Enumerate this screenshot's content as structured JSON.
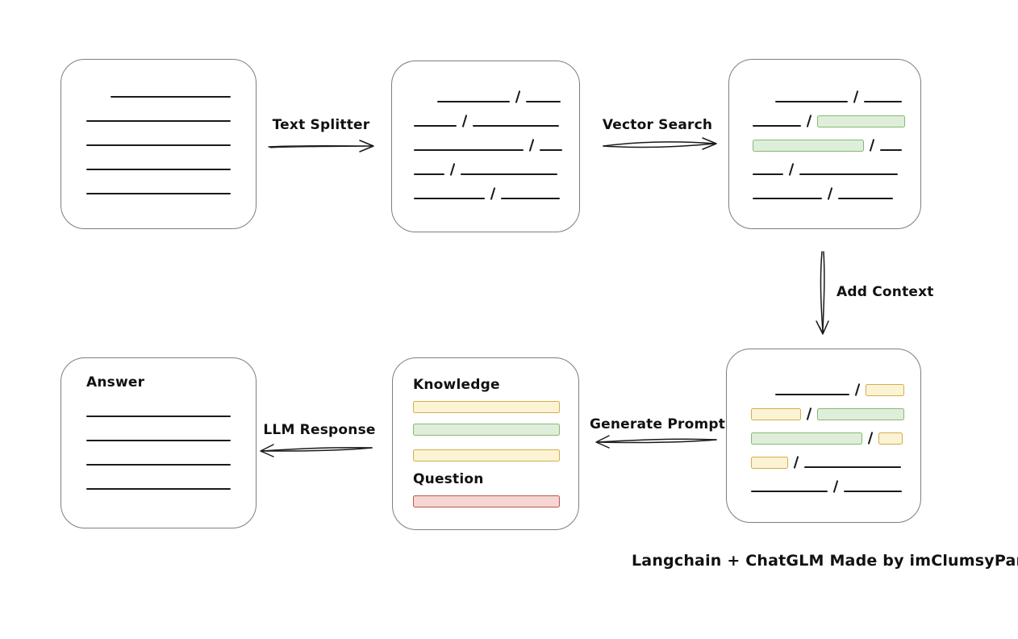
{
  "caption": "Langchain + ChatGLM Made by imClumsyPanda",
  "colors": {
    "line": "#1a1a1a",
    "box_border": "#7e7e7e",
    "green_fill": "#dfeeda",
    "green_border": "#87ba70",
    "yellow_fill": "#fcf3d5",
    "yellow_border": "#d4ae4c",
    "red_fill": "#f5d6d2",
    "red_border": "#ba584f"
  },
  "arrows": [
    {
      "id": "text-splitter",
      "label": "Text Splitter",
      "direction": "right"
    },
    {
      "id": "vector-search",
      "label": "Vector Search",
      "direction": "right"
    },
    {
      "id": "add-context",
      "label": "Add Context",
      "direction": "down"
    },
    {
      "id": "generate-prompt",
      "label": "Generate Prompt",
      "direction": "left"
    },
    {
      "id": "llm-response",
      "label": "LLM Response",
      "direction": "left"
    }
  ],
  "boxes": {
    "document": {
      "rows": [
        {
          "indent": 30,
          "segments": [
            {
              "t": "line",
              "w": 149
            }
          ]
        },
        {
          "indent": 0,
          "segments": [
            {
              "t": "line",
              "w": 179
            }
          ]
        },
        {
          "indent": 0,
          "segments": [
            {
              "t": "line",
              "w": 179
            }
          ]
        },
        {
          "indent": 0,
          "segments": [
            {
              "t": "line",
              "w": 179
            }
          ]
        },
        {
          "indent": 0,
          "segments": [
            {
              "t": "line",
              "w": 179
            }
          ]
        }
      ]
    },
    "chunks": {
      "rows": [
        {
          "indent": 29,
          "segments": [
            {
              "t": "line",
              "w": 90
            },
            {
              "t": "slash"
            },
            {
              "t": "line",
              "w": 43
            }
          ]
        },
        {
          "indent": 0,
          "segments": [
            {
              "t": "line",
              "w": 53
            },
            {
              "t": "slash"
            },
            {
              "t": "line",
              "w": 107
            }
          ]
        },
        {
          "indent": 0,
          "segments": [
            {
              "t": "line",
              "w": 136
            },
            {
              "t": "slash"
            },
            {
              "t": "line",
              "w": 28
            }
          ]
        },
        {
          "indent": 0,
          "segments": [
            {
              "t": "line",
              "w": 38
            },
            {
              "t": "slash"
            },
            {
              "t": "line",
              "w": 120
            }
          ]
        },
        {
          "indent": 0,
          "segments": [
            {
              "t": "line",
              "w": 88
            },
            {
              "t": "slash"
            },
            {
              "t": "line",
              "w": 73
            }
          ]
        }
      ]
    },
    "retrieved": {
      "rows": [
        {
          "indent": 28,
          "segments": [
            {
              "t": "line",
              "w": 90
            },
            {
              "t": "slash"
            },
            {
              "t": "line",
              "w": 47
            }
          ]
        },
        {
          "indent": 0,
          "segments": [
            {
              "t": "line",
              "w": 60
            },
            {
              "t": "slash"
            },
            {
              "t": "bar",
              "color": "green",
              "w": 109
            }
          ]
        },
        {
          "indent": 0,
          "segments": [
            {
              "t": "bar",
              "color": "green",
              "w": 138
            },
            {
              "t": "slash"
            },
            {
              "t": "line",
              "w": 27
            }
          ]
        },
        {
          "indent": 0,
          "segments": [
            {
              "t": "line",
              "w": 38
            },
            {
              "t": "slash"
            },
            {
              "t": "line",
              "w": 122
            }
          ]
        },
        {
          "indent": 0,
          "segments": [
            {
              "t": "line",
              "w": 86
            },
            {
              "t": "slash"
            },
            {
              "t": "line",
              "w": 68
            }
          ]
        }
      ]
    },
    "context": {
      "rows": [
        {
          "indent": 30,
          "segments": [
            {
              "t": "line",
              "w": 92
            },
            {
              "t": "slash"
            },
            {
              "t": "bar",
              "color": "yellow",
              "w": 48
            }
          ]
        },
        {
          "indent": 0,
          "segments": [
            {
              "t": "bar",
              "color": "yellow",
              "w": 62
            },
            {
              "t": "slash"
            },
            {
              "t": "bar",
              "color": "green",
              "w": 108
            }
          ]
        },
        {
          "indent": 0,
          "segments": [
            {
              "t": "bar",
              "color": "green",
              "w": 138
            },
            {
              "t": "slash"
            },
            {
              "t": "bar",
              "color": "yellow",
              "w": 30
            }
          ]
        },
        {
          "indent": 0,
          "segments": [
            {
              "t": "bar",
              "color": "yellow",
              "w": 46
            },
            {
              "t": "slash"
            },
            {
              "t": "line",
              "w": 120
            }
          ]
        },
        {
          "indent": 0,
          "segments": [
            {
              "t": "line",
              "w": 95
            },
            {
              "t": "slash"
            },
            {
              "t": "line",
              "w": 72
            }
          ]
        }
      ]
    },
    "prompt": {
      "items": [
        {
          "type": "label",
          "text": "Knowledge"
        },
        {
          "type": "bar",
          "color": "yellow"
        },
        {
          "type": "bar",
          "color": "green"
        },
        {
          "type": "bar",
          "color": "yellow"
        },
        {
          "type": "label",
          "text": "Question"
        },
        {
          "type": "bar",
          "color": "red"
        }
      ]
    },
    "answer": {
      "label": "Answer",
      "rows": [
        {
          "indent": 0,
          "segments": [
            {
              "t": "line",
              "w": 179
            }
          ]
        },
        {
          "indent": 0,
          "segments": [
            {
              "t": "line",
              "w": 179
            }
          ]
        },
        {
          "indent": 0,
          "segments": [
            {
              "t": "line",
              "w": 179
            }
          ]
        },
        {
          "indent": 0,
          "segments": [
            {
              "t": "line",
              "w": 179
            }
          ]
        }
      ]
    }
  }
}
